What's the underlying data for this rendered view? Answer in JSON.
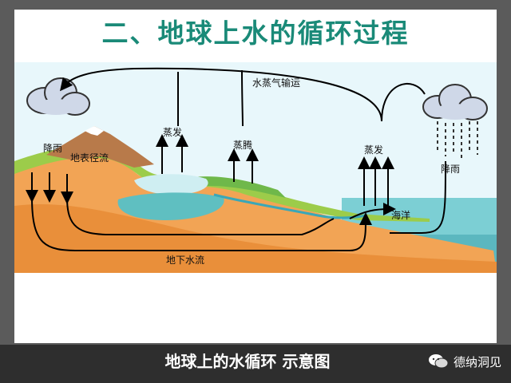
{
  "title": "二、地球上水的循环过程",
  "labels": {
    "vapor_transport": "水蒸气输运",
    "evaporation_land": "蒸发",
    "transpiration": "蒸腾",
    "evaporation_sea": "蒸发",
    "precip_land": "降雨",
    "precip_sea": "降雨",
    "surface_runoff": "地表径流",
    "ocean": "海洋",
    "groundwater": "地下水流"
  },
  "caption": "地球上的水循环  示意图",
  "watermark": {
    "text": "德纳洞见",
    "icon": "wechat-logo"
  },
  "colors": {
    "title": "#1a8a78",
    "sky": "#e6f6fa",
    "land": "#f0a050",
    "vegetation": "#8cc63f",
    "water": "#6cc3c9"
  }
}
